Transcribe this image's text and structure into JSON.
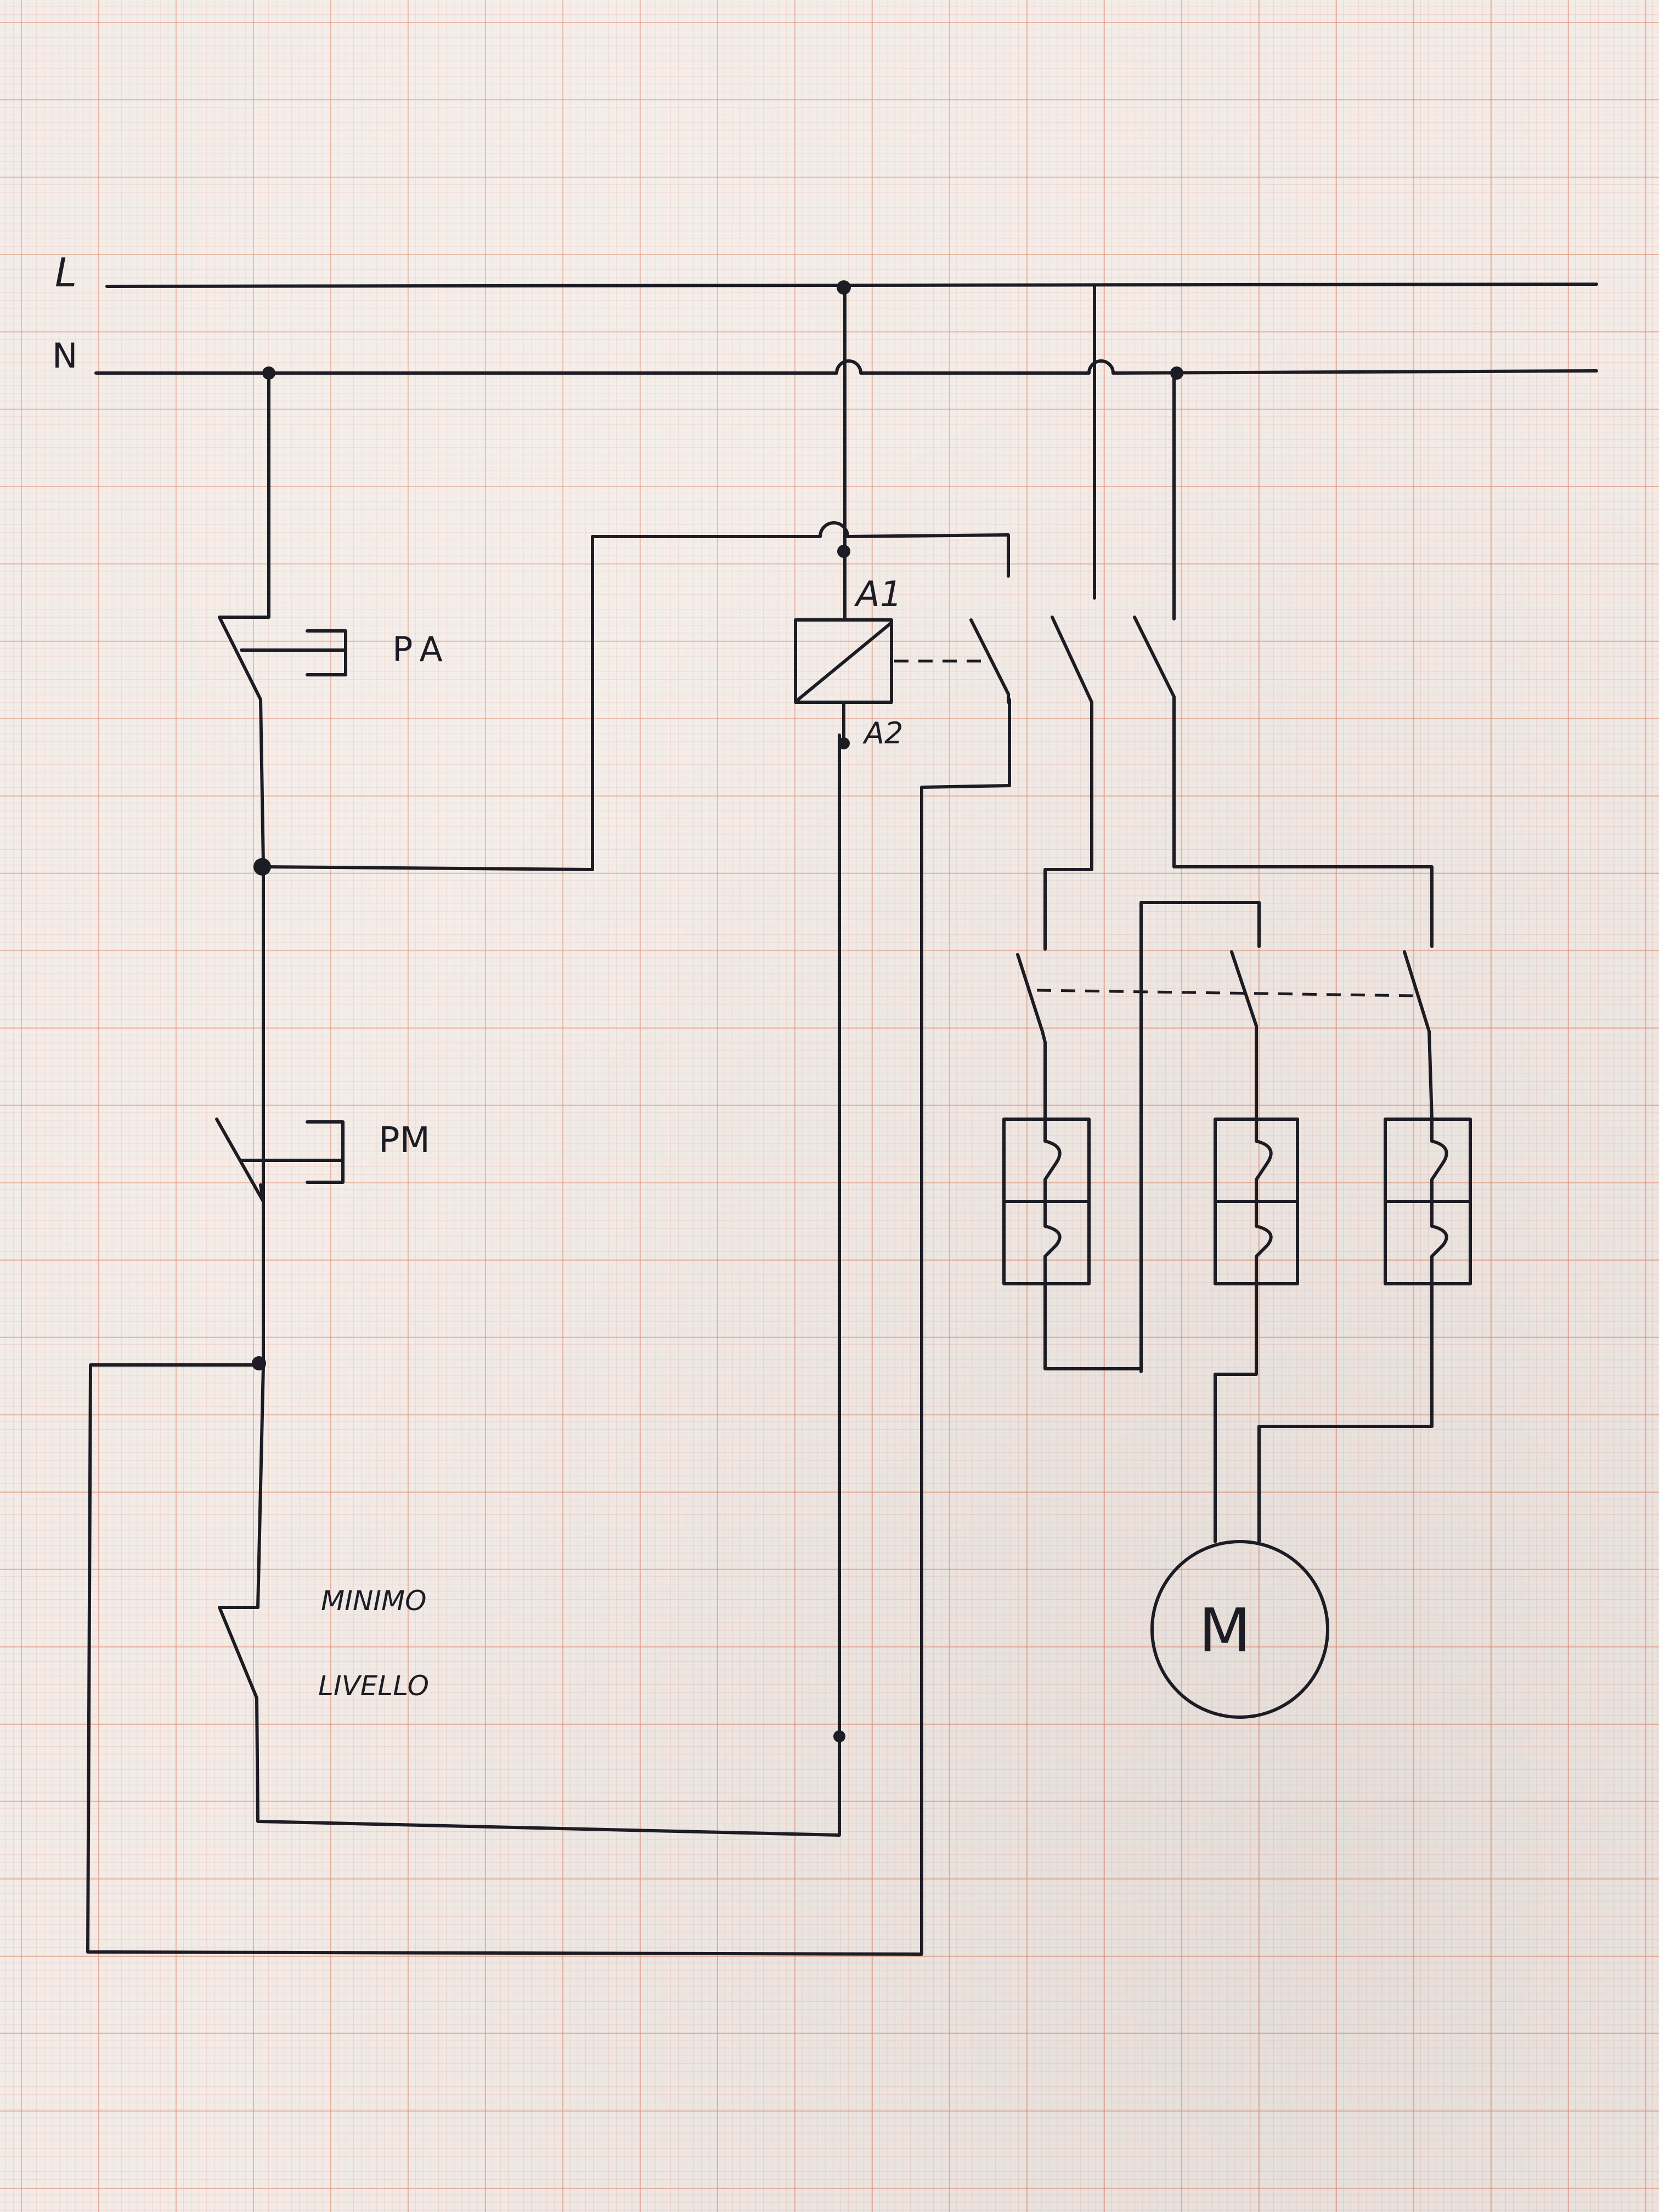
{
  "labels": {
    "line_l": "L",
    "line_n": "N",
    "pa": "PA",
    "pm": "PM",
    "a1": "A1",
    "a2": "A2",
    "minimo": "MINIMO",
    "livello": "LIVELLO",
    "motor": "M"
  },
  "colors": {
    "ink": "#1c1c24",
    "grid_major": "#e28c6e",
    "paper": "#f2ebe7"
  }
}
